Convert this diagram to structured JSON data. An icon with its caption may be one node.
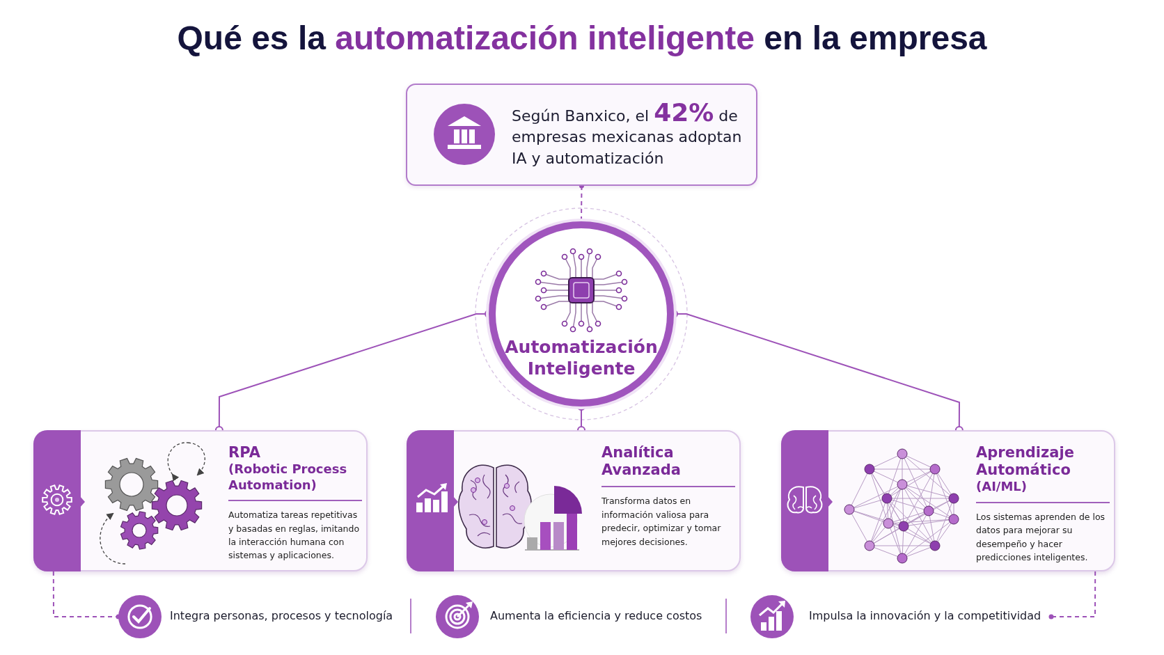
{
  "diagram": {
    "title": "Qué es la **automatización inteligente** en la empresa",
    "nodes": [
      {
        "text": [
          "Según Banxico, el **42%** de empresas mexicanas adoptan IA y automatización"
        ]
      },
      {
        "text": [
          "Automatización Inteligente"
        ]
      },
      {
        "text": [
          "RPA",
          "(Robotic Process Automation)",
          "Automatiza tareas repetitivas y basadas en reglas, imitando la interacción humana con sistemas y aplicaciones."
        ]
      },
      {
        "text": [
          "Analítica Avanzada",
          "Transforma datos en información valiosa para predecir, optimizar y tomar mejores decisiones."
        ]
      },
      {
        "text": [
          "Aprendizaje Automático",
          "(AI/ML)",
          "Los sistemas aprenden de los datos para mejorar su desempeño y hacer predicciones inteligentes."
        ]
      },
      {
        "text": [
          "Integra personas, procesos y tecnología"
        ]
      },
      {
        "text": [
          "Aumenta la eficiencia y reduce costos"
        ]
      },
      {
        "text": [
          "Impulsa la innovación y la competitividad"
        ]
      }
    ],
    "edges": [
      {
        "from": 0,
        "to": 1,
        "arrow": "other",
        "style": "dashed"
      },
      {
        "from": 1,
        "to": 2,
        "arrow": "other"
      },
      {
        "from": 1,
        "to": 3,
        "arrow": "other"
      },
      {
        "from": 1,
        "to": 4,
        "arrow": "other"
      },
      {
        "from": 2,
        "to": 5,
        "arrow": "other",
        "style": "dashed"
      },
      {
        "from": 4,
        "to": 7,
        "arrow": "other",
        "style": "dashed"
      }
    ]
  }
}
